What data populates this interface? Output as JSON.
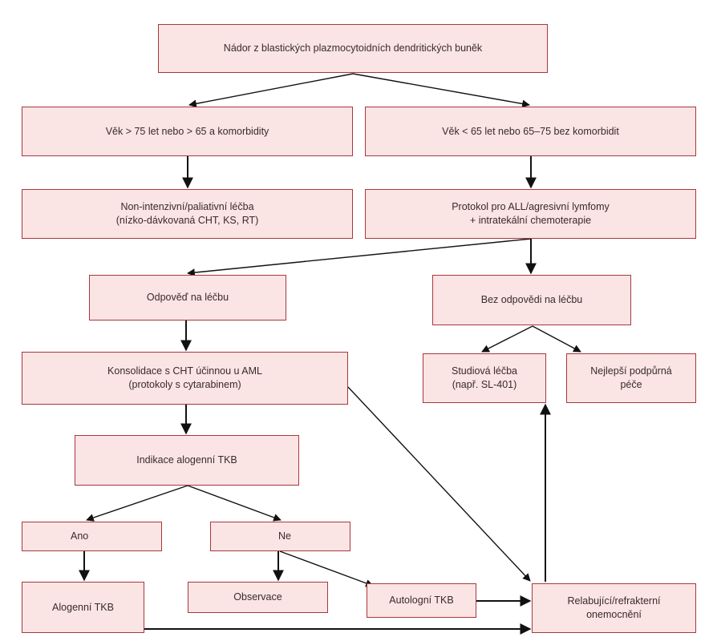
{
  "colors": {
    "box_fill": "#fae4e4",
    "box_border": "#a8383c",
    "arrow": "#111111",
    "text": "#3a2a2a"
  },
  "nodes": {
    "root": "Nádor z blastických plazmocytoidních dendritických buněk",
    "age_high": "Věk > 75 let nebo > 65 a komorbidity",
    "age_low": "Věk < 65 let nebo 65–75 bez komorbidit",
    "noninten": "Non-intenzivní/paliativní léčba\n(nízko-dávkovaná CHT, KS, RT)",
    "protocol": "Protokol pro ALL/agresivní lymfomy\n+ intratekální chemoterapie",
    "response": "Odpověď na léčbu",
    "no_response": "Bez odpovědi na léčbu",
    "consolidation": "Konsolidace s CHT účinnou u AML\n(protokoly s cytarabinem)",
    "study": "Studiová léčba\n(např. SL-401)",
    "best_care": "Nejlepší podpůrná\npéče",
    "indication": "Indikace alogenní TKB",
    "yes": "Ano",
    "no": "Ne",
    "allo": "Alogenní TKB",
    "observation": "Observace",
    "auto": "Autologní TKB",
    "relapse": "Relabující/refrakterní\nonemocnění"
  }
}
